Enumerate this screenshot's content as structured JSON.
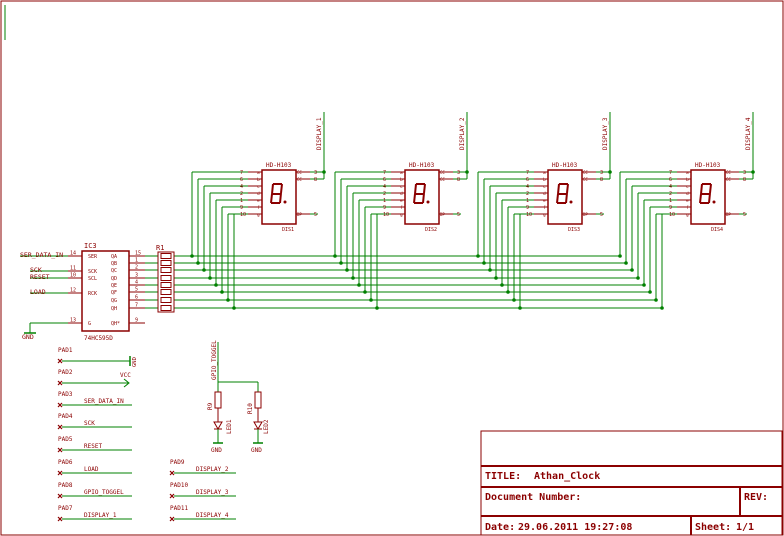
{
  "colors": {
    "wire": "#008000",
    "part": "#8b0000",
    "frame": "#8b0000",
    "background": "#ffffff"
  },
  "ic": {
    "name": "IC3",
    "part": "74HC595D",
    "left_pins": [
      {
        "num": "14",
        "name": "SER"
      },
      {
        "num": "11",
        "name": "SCK"
      },
      {
        "num": "10",
        "name": "SCL"
      },
      {
        "num": "12",
        "name": "RCK"
      },
      {
        "num": "13",
        "name": "G"
      }
    ],
    "right_pins": [
      {
        "num": "15",
        "name": "QA"
      },
      {
        "num": "1",
        "name": "QB"
      },
      {
        "num": "2",
        "name": "QC"
      },
      {
        "num": "3",
        "name": "QD"
      },
      {
        "num": "4",
        "name": "QE"
      },
      {
        "num": "5",
        "name": "QF"
      },
      {
        "num": "6",
        "name": "QG"
      },
      {
        "num": "7",
        "name": "QH"
      },
      {
        "num": "9",
        "name": "QH*"
      }
    ]
  },
  "nets": {
    "ser_data_in": "SER_DATA_IN",
    "sck": "SCK",
    "reset": "RESET",
    "load": "LOAD",
    "gnd": "GND",
    "vcc": "VCC"
  },
  "resistor_array": {
    "name": "R1"
  },
  "displays": [
    {
      "part": "HD-H103",
      "ref": "DIS1",
      "net": "DISPLAY_1"
    },
    {
      "part": "HD-H103",
      "ref": "DIS2",
      "net": "DISPLAY_2"
    },
    {
      "part": "HD-H103",
      "ref": "DIS3",
      "net": "DISPLAY_3"
    },
    {
      "part": "HD-H103",
      "ref": "DIS4",
      "net": "DISPLAY_4"
    }
  ],
  "display_pins_left": [
    "7",
    "6",
    "4",
    "2",
    "1",
    "9",
    "10"
  ],
  "display_segs_left": [
    "a",
    "b",
    "c",
    "d",
    "e",
    "f",
    "g"
  ],
  "display_pins_right": [
    "3",
    "8",
    "5"
  ],
  "display_segs_right": [
    "CC",
    "CC",
    "DP"
  ],
  "gpio_net": "GPIO_TOGGEL",
  "leds": [
    {
      "res": "R9",
      "led": "LED1"
    },
    {
      "res": "R10",
      "led": "LED2"
    }
  ],
  "pads": [
    {
      "pad": "PAD1",
      "net": "GND"
    },
    {
      "pad": "PAD2",
      "net": "VCC"
    },
    {
      "pad": "PAD3",
      "net": "SER_DATA_IN"
    },
    {
      "pad": "PAD4",
      "net": "SCK"
    },
    {
      "pad": "PAD5",
      "net": "RESET"
    },
    {
      "pad": "PAD6",
      "net": "LOAD"
    },
    {
      "pad": "PAD8",
      "net": "GPIO_TOGGEL"
    },
    {
      "pad": "PAD7",
      "net": "DISPLAY_1"
    },
    {
      "pad": "PAD9",
      "net": "DISPLAY_2"
    },
    {
      "pad": "PAD10",
      "net": "DISPLAY_3"
    },
    {
      "pad": "PAD11",
      "net": "DISPLAY_4"
    }
  ],
  "titleblock": {
    "title_label": "TITLE:",
    "title": "Athan_Clock",
    "docnum_label": "Document Number:",
    "rev_label": "REV:",
    "date_label": "Date:",
    "date": "29.06.2011 19:27:08",
    "sheet_label": "Sheet:",
    "sheet": "1/1"
  }
}
